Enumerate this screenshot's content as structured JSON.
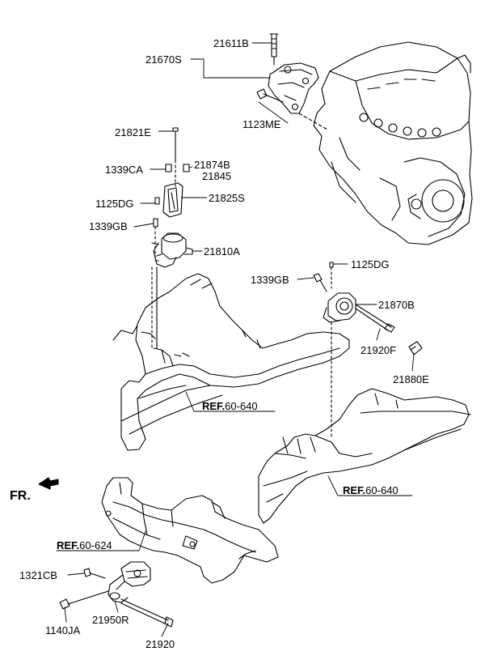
{
  "parts": {
    "p21611B": "21611B",
    "p21670S": "21670S",
    "p1123ME": "1123ME",
    "p21821E": "21821E",
    "p1339CA": "1339CA",
    "p21874B": "21874B",
    "p21845": "21845",
    "p1125DG_a": "1125DG",
    "p21825S": "21825S",
    "p1339GB_a": "1339GB",
    "p21810A": "21810A",
    "p1125DG_b": "1125DG",
    "p1339GB_b": "1339GB",
    "p21870B": "21870B",
    "p21920F": "21920F",
    "p21880E": "21880E",
    "p1321CB": "1321CB",
    "p1140JA": "1140JA",
    "p21950R": "21950R",
    "p21920": "21920"
  },
  "refs": {
    "r1_bold": "REF.",
    "r1_num": "60-640",
    "r2_bold": "REF.",
    "r2_num": "60-640",
    "r3_bold": "REF.",
    "r3_num": "60-624"
  },
  "front_label": "FR."
}
